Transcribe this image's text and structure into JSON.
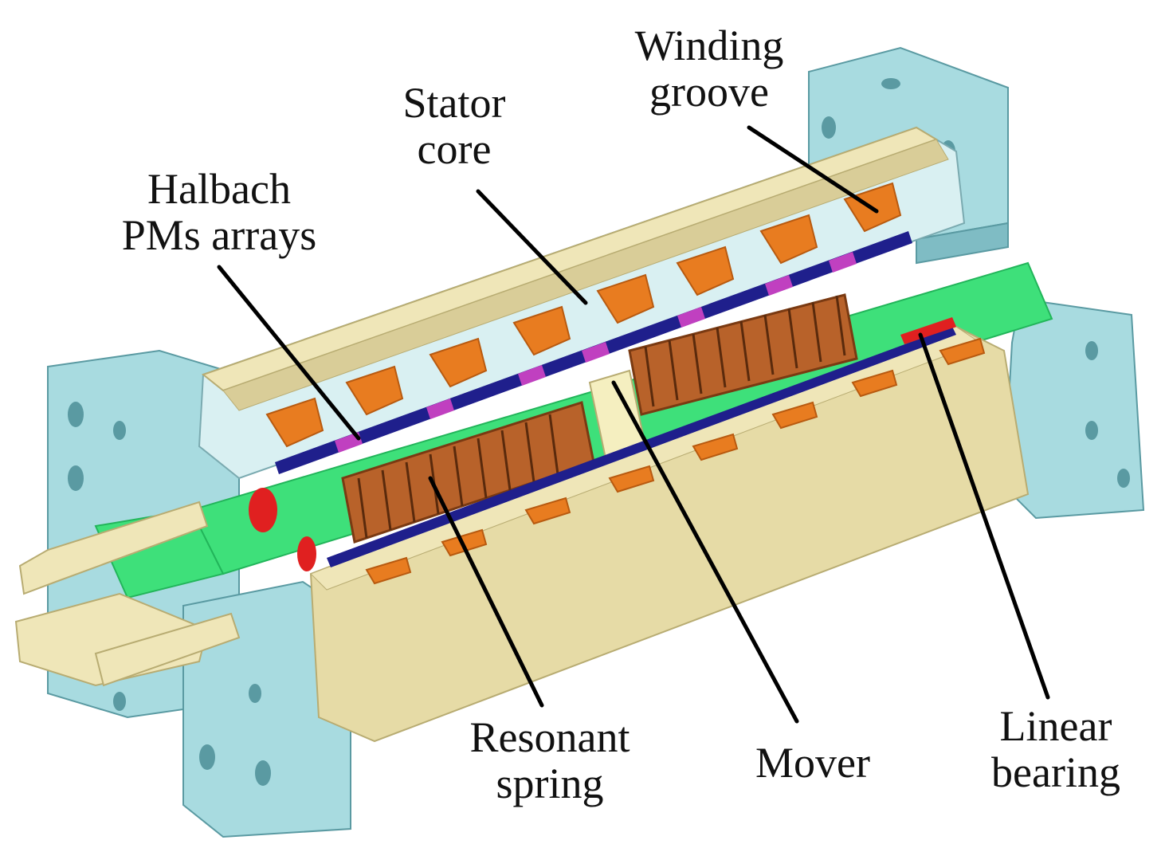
{
  "labels": {
    "winding_groove": [
      "Winding",
      "groove"
    ],
    "stator_core": [
      "Stator",
      "core"
    ],
    "halbach": [
      "Halbach",
      "PMs arrays"
    ],
    "resonant_spring": [
      "Resonant",
      "spring"
    ],
    "mover": [
      "Mover"
    ],
    "linear_bearing": [
      "Linear",
      "bearing"
    ]
  },
  "colors": {
    "end_block": "#a8dbe0",
    "end_block_dark": "#7fbcc4",
    "stator": "#efe6b8",
    "stator_dark": "#d9cd98",
    "coil": "#e87c20",
    "coil_dark": "#b85a10",
    "magnet_blue": "#1f1f8c",
    "magnet_magenta": "#c040c0",
    "shaft": "#3ee07a",
    "shaft_dark": "#22b55a",
    "spring": "#b8622a",
    "spring_dark": "#7a3a12",
    "bearing_red": "#e02020",
    "leader": "#000000"
  }
}
